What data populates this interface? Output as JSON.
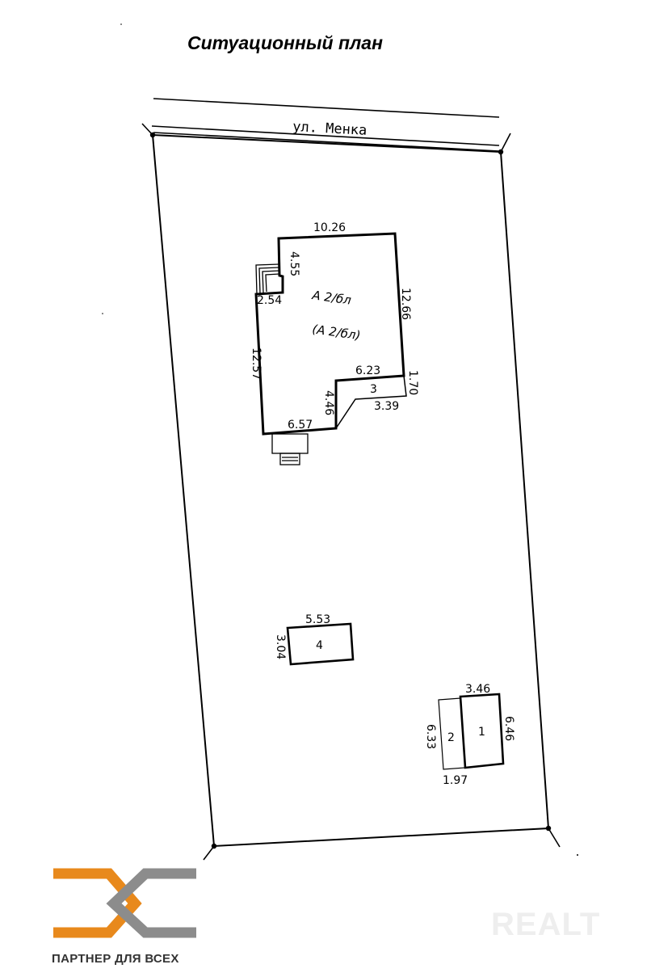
{
  "title": "Ситуационный план",
  "street": "ул. Менка",
  "house": {
    "label": "А 2/бл",
    "label_sub": "(А 2/бл)",
    "dim_top": "10.26",
    "dim_right": "12.66",
    "dim_left": "12.57",
    "dim_bottom": "6.57",
    "dim_porch_v": "4.55",
    "dim_porch_h": "2.54",
    "dim_ext_top": "6.23",
    "dim_ext_inner": "4.46",
    "dim_ext_right": "1.70",
    "dim_ext_bottom": "3.39",
    "ext_number": "3"
  },
  "shed4": {
    "number": "4",
    "dim_w": "5.53",
    "dim_h": "3.04"
  },
  "shed1": {
    "number": "1",
    "dim_w": "3.46",
    "dim_h": "6.46"
  },
  "shed2": {
    "number": "2",
    "dim_w": "1.97",
    "dim_h": "6.33"
  },
  "branding": {
    "partner_text": "ПАРТНЕР ДЛЯ ВСЕХ",
    "watermark": "REALT",
    "orange": "#E8891C",
    "gray": "#8C8C8C"
  }
}
